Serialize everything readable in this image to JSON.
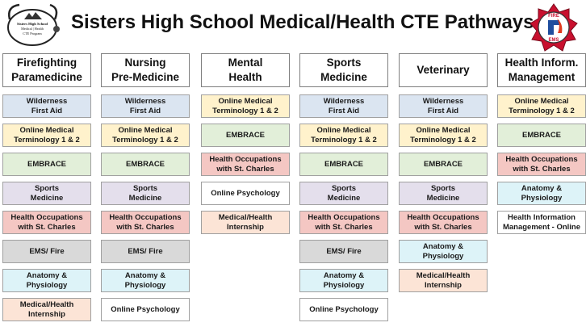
{
  "title": "Sisters High School Medical/Health CTE Pathways",
  "logo_left": {
    "icon": "stethoscope-mountain-logo",
    "line1": "Sisters High School",
    "line2": "Medical | Health",
    "line3": "CTE Program"
  },
  "logo_right": {
    "icon": "fire-ems-badge",
    "top": "FIRE",
    "bottom": "EMS"
  },
  "colors": {
    "blue": "#dbe5f1",
    "yellow": "#fff2cc",
    "green": "#e2efd9",
    "purple": "#e4dfec",
    "pink": "#f4c7c3",
    "gray": "#d9d9d9",
    "cyan": "#ddf3f8",
    "peach": "#fce4d6",
    "white": "#ffffff"
  },
  "columns": [
    {
      "header": "Firefighting\nParamedicine",
      "courses": [
        {
          "label": "Wilderness\nFirst Aid",
          "color": "blue"
        },
        {
          "label": "Online Medical\nTerminology 1 & 2",
          "color": "yellow"
        },
        {
          "label": "EMBRACE",
          "color": "green"
        },
        {
          "label": "Sports\nMedicine",
          "color": "purple"
        },
        {
          "label": "Health Occupations\nwith St. Charles",
          "color": "pink"
        },
        {
          "label": "EMS/ Fire",
          "color": "gray"
        },
        {
          "label": "Anatomy &\nPhysiology",
          "color": "cyan"
        },
        {
          "label": "Medical/Health\nInternship",
          "color": "peach"
        }
      ]
    },
    {
      "header": "Nursing\nPre-Medicine",
      "courses": [
        {
          "label": "Wilderness\nFirst Aid",
          "color": "blue"
        },
        {
          "label": "Online Medical\nTerminology 1 & 2",
          "color": "yellow"
        },
        {
          "label": "EMBRACE",
          "color": "green"
        },
        {
          "label": "Sports\nMedicine",
          "color": "purple"
        },
        {
          "label": "Health Occupations\nwith St. Charles",
          "color": "pink"
        },
        {
          "label": "EMS/ Fire",
          "color": "gray"
        },
        {
          "label": "Anatomy &\nPhysiology",
          "color": "cyan"
        },
        {
          "label": "Online Psychology",
          "color": "white"
        }
      ]
    },
    {
      "header": "Mental\nHealth",
      "courses": [
        {
          "label": "Online Medical\nTerminology 1 & 2",
          "color": "yellow"
        },
        {
          "label": "EMBRACE",
          "color": "green"
        },
        {
          "label": "Health Occupations\nwith St. Charles",
          "color": "pink"
        },
        {
          "label": "Online Psychology",
          "color": "white"
        },
        {
          "label": "Medical/Health\nInternship",
          "color": "peach"
        }
      ]
    },
    {
      "header": "Sports\nMedicine",
      "courses": [
        {
          "label": "Wilderness\nFirst Aid",
          "color": "blue"
        },
        {
          "label": "Online Medical\nTerminology 1 & 2",
          "color": "yellow"
        },
        {
          "label": "EMBRACE",
          "color": "green"
        },
        {
          "label": "Sports\nMedicine",
          "color": "purple"
        },
        {
          "label": "Health Occupations\nwith St. Charles",
          "color": "pink"
        },
        {
          "label": "EMS/ Fire",
          "color": "gray"
        },
        {
          "label": "Anatomy &\nPhysiology",
          "color": "cyan"
        },
        {
          "label": "Online Psychology",
          "color": "white"
        }
      ]
    },
    {
      "header": "Veterinary",
      "courses": [
        {
          "label": "Wilderness\nFirst Aid",
          "color": "blue"
        },
        {
          "label": "Online Medical\nTerminology 1 & 2",
          "color": "yellow"
        },
        {
          "label": "EMBRACE",
          "color": "green"
        },
        {
          "label": "Sports\nMedicine",
          "color": "purple"
        },
        {
          "label": "Health Occupations\nwith St. Charles",
          "color": "pink"
        },
        {
          "label": "Anatomy &\nPhysiology",
          "color": "cyan"
        },
        {
          "label": "Medical/Health\nInternship",
          "color": "peach"
        }
      ]
    },
    {
      "header": "Health Inform.\nManagement",
      "courses": [
        {
          "label": "Online Medical\nTerminology 1 & 2",
          "color": "yellow"
        },
        {
          "label": "EMBRACE",
          "color": "green"
        },
        {
          "label": "Health Occupations\nwith St. Charles",
          "color": "pink"
        },
        {
          "label": "Anatomy &\nPhysiology",
          "color": "cyan"
        },
        {
          "label": "Health Information\nManagement - Online",
          "color": "white"
        }
      ]
    }
  ]
}
